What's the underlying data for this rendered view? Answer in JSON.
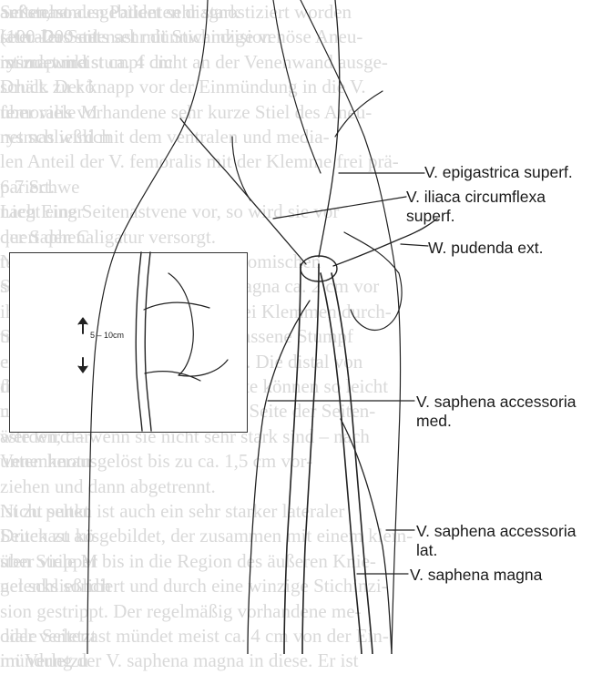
{
  "labels": {
    "epigastrica": "V. epigastrica superf.",
    "iliaca_1": "V. iliaca circumflexa",
    "iliaca_2": "superf.",
    "pudenda": "W. pudenda ext.",
    "acc_med_1": "V. saphena accessoria",
    "acc_med_2": "med.",
    "acc_lat_1": "V. saphena accessoria",
    "acc_lat_2": "lat.",
    "magna": "V. saphena magna"
  },
  "inset": {
    "distance": "5 – 10cm"
  },
  "background_text": {
    "left_column": [
      "am stehenden Patienten diagnostiziert worden",
      "sein. Das stets sehr dünnwandige venöse Aneu-",
      "rysma wird stumpf dicht an der Venenwand ausge-",
      "schält. Der knapp vor der Einmündung in die V.",
      "femoralis vorhandene sehr kurze Stiel des Aneu-",
      "rysmas wird mit dem ventralen und media-",
      "len Anteil der V. femoralis mit der Klemme frei prä-",
      "pariert.",
      "Liegt eine Seitenastvene vor, so wird sie vor",
      "der Saphenaligatur versorgt.",
      "Nach Klärung der Situation anatomischen",
      "Situation wird die V. saphena magna ca. 2 cm vor",
      "ihrer Einmündung zwischen zwei Klemmen durch-",
      "trennt (Abb. 27.2). Der lang belassene Stumpf",
      "erleichtert das weitere Vorgehen. Die distal von",
      "der V. femoralis abgehenden Äste können so leicht",
      "unterbunden werden, die distale Seite der Seiten-",
      "äste wird – wenn sie nicht sehr stark sind – nach",
      "unten herausgelöst bis zu ca. 1,5 cm vor-",
      "ziehen und dann abgetrennt.",
      "Nicht selten ist auch ein sehr starker lateraler",
      "Seitenast ausgebildet, der zusammen mit einem klein-",
      "sten Stripper bis in die Region des äußeren Knie-",
      "gelenks sondiert und durch eine winzige Stichinzi-",
      "sion gestrippt. Der regelmäßig vorhandene me-",
      "diale Seitenast mündet meist ca. 4 cm von der Ein-",
      "mündung der V. saphena magna in diese. Er ist"
    ],
    "right_column": [
      "außen, so",
      "(100–200 ml",
      "ist zu punkt",
      "Druck zu kö",
      "über viele M",
      "net schließlich",
      "",
      "6.7 Schwe",
      "nach Eingr",
      "quert den C",
      "tung tastet",
      "schließt den",
      "",
      "Schwere Fe",
      "cirkulierter",
      "fibrösen Ge",
      "nahe Läsion",
      "werden, dar",
      "Venenknotn",
      "",
      "ist zu punkt",
      "Druck zu kö",
      "über viele M",
      "net schließlich",
      "",
      "oder verletzt",
      "im Verletzu"
    ],
    "left_bottom": [
      "Seitenast ausgebildet sehr stark",
      "lateraler Seitenast mit Stichinzision",
      "mündet meist ca. 4 cm"
    ]
  }
}
